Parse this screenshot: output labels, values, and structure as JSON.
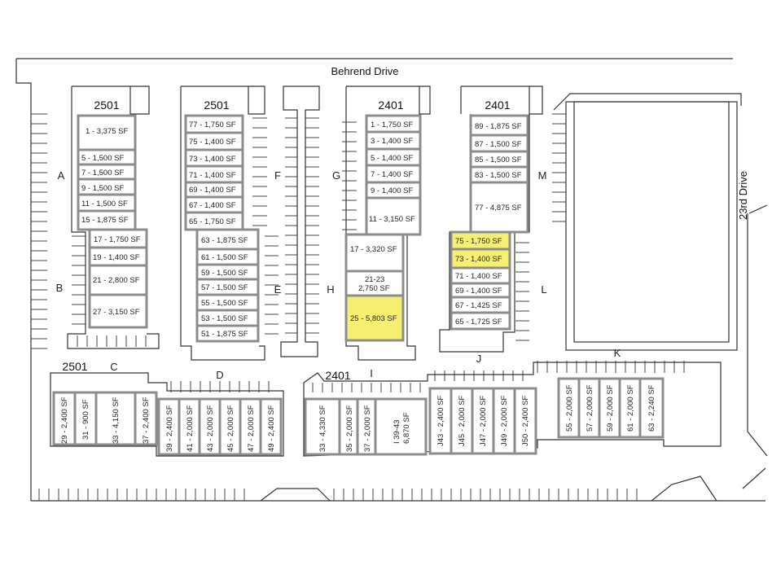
{
  "map": {
    "roads": {
      "north": "Behrend Drive",
      "east": "23rd Drive",
      "east_sup": "rd"
    },
    "building_numbers": {
      "b1": "2501",
      "b2": "2501",
      "b3": "2401",
      "b4": "2401",
      "b5": "2501",
      "b6": "2401"
    },
    "row_labels": {
      "A": "A",
      "B": "B",
      "C": "C",
      "D": "D",
      "E": "E",
      "F": "F",
      "G": "G",
      "H": "H",
      "I": "I",
      "J": "J",
      "K": "K",
      "L": "L",
      "M": "M"
    },
    "units": {
      "b1_top": [
        "1 - 3,375 SF",
        "5 - 1,500 SF",
        "7 - 1,500 SF",
        "9 - 1,500 SF",
        "11 - 1,500 SF",
        "15 - 1,875 SF"
      ],
      "b1_bottom": [
        "17 - 1,750 SF",
        "19 - 1,400 SF",
        "21 - 2,800 SF",
        "27 - 3,150 SF"
      ],
      "b2_top": [
        "77 - 1,750 SF",
        "75 - 1,400 SF",
        "73 - 1,400 SF",
        "71 -  1,400 SF",
        "69 - 1,400 SF",
        "67 - 1,400 SF",
        "65 - 1,750 SF"
      ],
      "b2_bottom": [
        "63 - 1,875 SF",
        "61 - 1,500 SF",
        "59 - 1,500 SF",
        "57 - 1,500 SF",
        "55 - 1,500 SF",
        "53 - 1,500 SF",
        "51 - 1,875 SF"
      ],
      "b3_top": [
        "1 - 1,750 SF",
        "3 - 1,400 SF",
        "5 - 1,400 SF",
        "7 - 1,400 SF",
        "9 - 1,400 SF",
        "11 - 3,150 SF"
      ],
      "b3_bottom": [
        "17 - 3,320 SF",
        "21-23",
        "2,750 SF",
        "25 - 5,803 SF"
      ],
      "b4_top": [
        "89 - 1,875 SF",
        "87 - 1,500 SF",
        "85 - 1,500 SF",
        "83 - 1,500 SF",
        "77 - 4,875 SF"
      ],
      "b4_bottom": [
        "75 - 1,750 SF",
        "73 - 1,400 SF",
        "71 - 1,400 SF",
        "69 - 1,400 SF",
        "67 - 1,425 SF",
        "65 - 1,725 SF"
      ],
      "b5": [
        "29 - 2,400 SF",
        "31 - 900 SF",
        "33 - 4,150 SF",
        "37 - 2,400 SF",
        "39 - 2,400 SF",
        "41 - 2,000 SF",
        "43 - 2,000 SF",
        "45 - 2,000 SF",
        "47 - 2,000 SF",
        "49 - 2,400 SF"
      ],
      "b6": [
        "33 - 4,330 SF",
        "35 - 2,000 SF",
        "37 - 2,000 SF",
        "I 39-43",
        "6,870 SF",
        "J43 - 2,400 SF",
        "J45 - 2,000 SF",
        "J47 - 2,000 SF",
        "J49 - 2,000 SF",
        "J50 - 2,400 SF",
        "55 - 2,000 SF",
        "57 - 2,000 SF",
        "59 - 2,000 SF",
        "61 - 2,000 SF",
        "63 - 2,240 SF"
      ]
    },
    "colors": {
      "available": "#f7ef72",
      "wall": "#8c8c8c",
      "line": "#333333"
    },
    "available_units": [
      "25 - 5,803 SF",
      "75 - 1,750 SF",
      "73 - 1,400 SF"
    ]
  }
}
